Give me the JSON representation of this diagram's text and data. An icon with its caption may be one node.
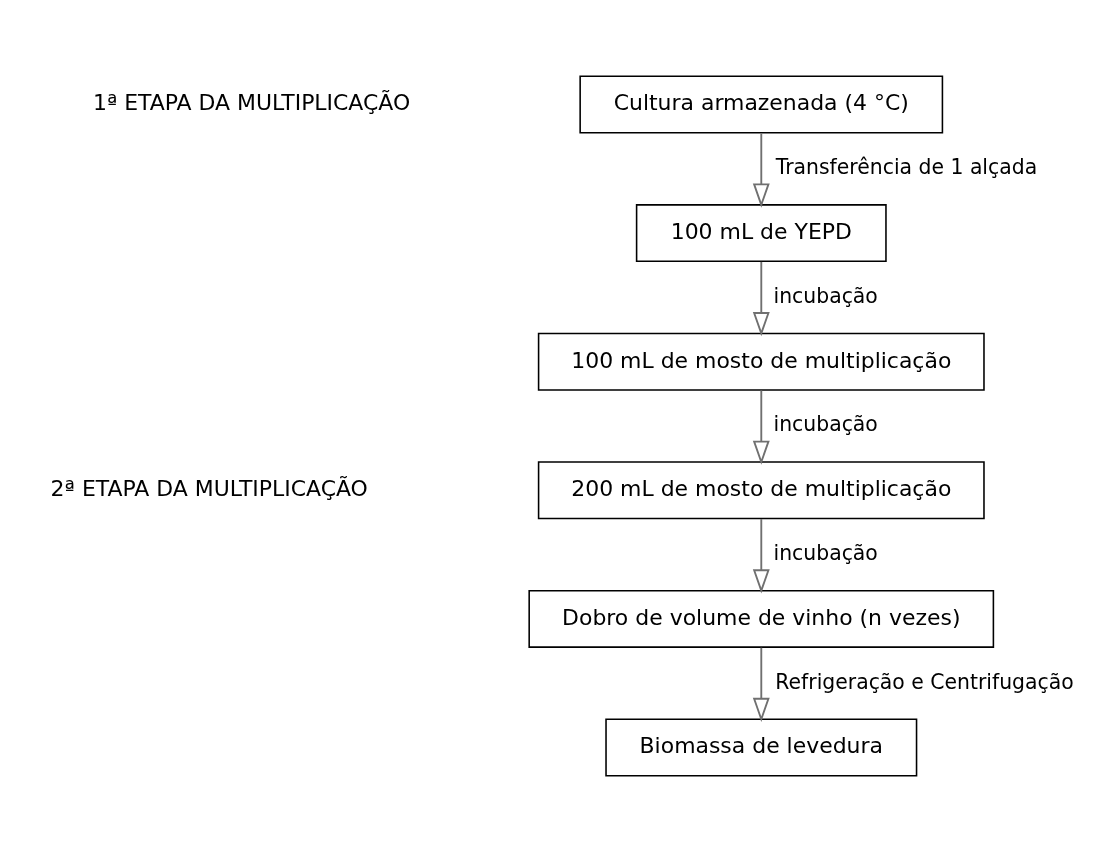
{
  "diagram": {
    "nodes": [
      {
        "text": [
          "Cultura armazenada (4 °C)"
        ]
      },
      {
        "text": [
          "100 mL de YEPD"
        ]
      },
      {
        "text": [
          "100 mL de mosto de multiplicação"
        ]
      },
      {
        "text": [
          "200 mL de mosto de multiplicação"
        ]
      },
      {
        "text": [
          "Dobro de volume de vinho (n vezes)"
        ]
      },
      {
        "text": [
          "Biomassa de levedura"
        ]
      }
    ],
    "edges": [
      {
        "from": 0,
        "to": 1,
        "arrow": "to",
        "label": "Transferência de 1 alçada"
      },
      {
        "from": 1,
        "to": 2,
        "arrow": "to",
        "label": "incubação"
      },
      {
        "from": 2,
        "to": 3,
        "arrow": "to",
        "label": "incubação"
      },
      {
        "from": 3,
        "to": 4,
        "arrow": "to",
        "label": "incubação"
      },
      {
        "from": 4,
        "to": 5,
        "arrow": "to",
        "label": "Refrigeração e Centrifugação"
      }
    ],
    "labels": [
      "1ª ETAPA DA MULTIPLICAÇÃO",
      "2ª ETAPA DA MULTIPLICAÇÃO"
    ]
  }
}
